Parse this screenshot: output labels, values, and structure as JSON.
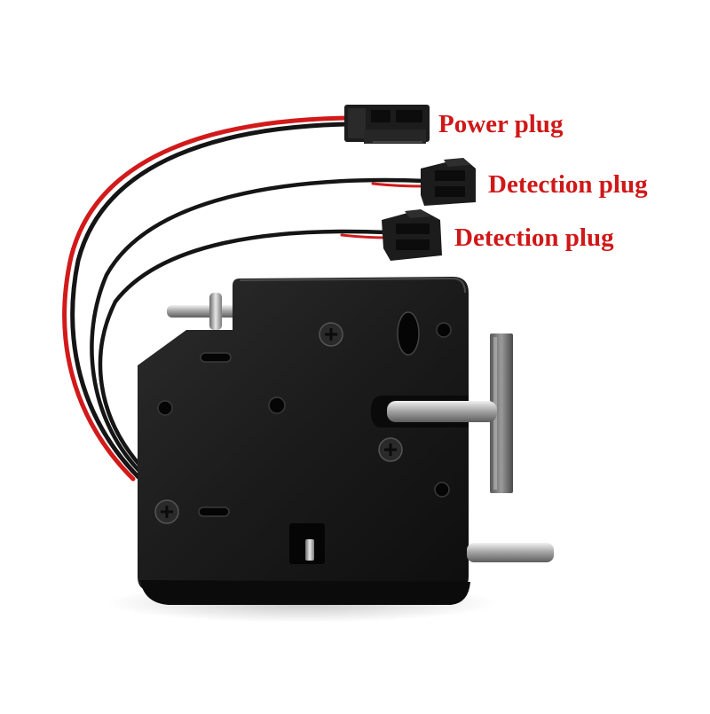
{
  "labels": {
    "power_plug": "Power plug",
    "detection_plug_1": "Detection plug",
    "detection_plug_2": "Detection plug"
  },
  "colors": {
    "label_text": "#d01818",
    "red_wire": "#d21a1a",
    "black_wire": "#141414",
    "lock_body": "#1a1a1a",
    "steel": "#b8b8b8"
  }
}
